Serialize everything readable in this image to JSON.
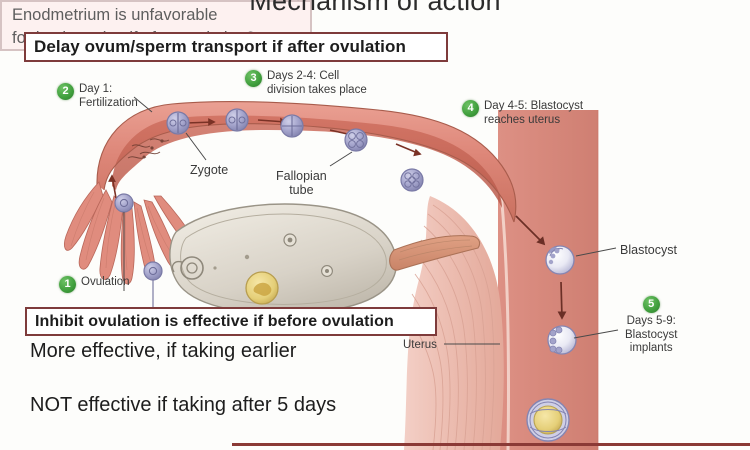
{
  "slide": {
    "title": "Mechanism of action",
    "background_color": "#fdfdfb"
  },
  "callouts": [
    {
      "id": "delay",
      "text": "Delay ovum/sperm transport if after ovulation",
      "border_color": "#7e3b3b",
      "background_color": "#ffffff",
      "text_color": "#1d1d1d"
    },
    {
      "id": "inhibit",
      "text": "Inhibit ovulation is effective if before ovulation",
      "border_color": "#7e3b3b",
      "background_color": "#ffffff",
      "text_color": "#1d1d1d"
    },
    {
      "id": "endometrium",
      "line1": "Enodmetrium is unfavorable",
      "line2": "for implantation if after ovulation?",
      "border_color": "#d6c3c3",
      "background_color": "#fdf1f0",
      "text_color": "#5e5e5e"
    }
  ],
  "statements": {
    "more_effective": "More effective, if taking earlier",
    "not_effective": "NOT effective if taking after 5 days"
  },
  "steps": [
    {
      "number": "1",
      "line1": "Ovulation",
      "line2": ""
    },
    {
      "number": "2",
      "line1": "Day 1:",
      "line2": "Fertilization"
    },
    {
      "number": "3",
      "line1": "Days 2-4: Cell",
      "line2": "division takes place"
    },
    {
      "number": "4",
      "line1": "Day 4-5: Blastocyst",
      "line2": "reaches uterus"
    },
    {
      "number": "5",
      "line1": "Days 5-9:",
      "line2": "Blastocyst",
      "line3": "implants"
    }
  ],
  "anatomy_labels": {
    "zygote": "Zygote",
    "fallopian_line1": "Fallopian",
    "fallopian_line2": "tube",
    "uterus": "Uterus",
    "blastocyst": "Blastocyst"
  },
  "colors": {
    "badge_green": "#3f9e3c",
    "box_maroon": "#7e3b3b",
    "tube_salmon": "#e1897c",
    "uterus_pink": "#e8a79c",
    "endometrium_rose": "#d98d84",
    "ovary_grey": "#d9d4cb",
    "corpus_luteum_yellow": "#e8d07a",
    "cell_lavender": "#a9a9cf",
    "bottom_rule": "#8b3a36"
  }
}
